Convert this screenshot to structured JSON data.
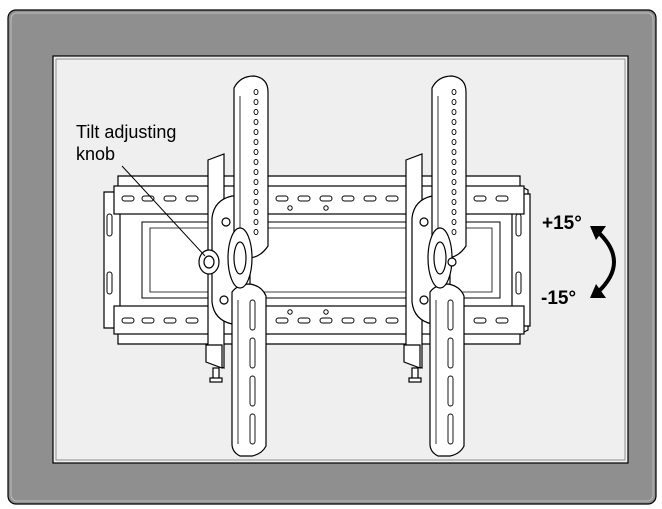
{
  "callout": {
    "line1": "Tilt adjusting",
    "line2": "knob"
  },
  "tilt": {
    "up_label": "+15°",
    "down_label": "-15°"
  },
  "colors": {
    "tv_frame": "#8f8f8f",
    "screen": "#efefef",
    "line": "#000000",
    "part_fill": "#ffffff"
  },
  "icons": {
    "tilt_arrow": "curved-double-arrow-icon"
  }
}
